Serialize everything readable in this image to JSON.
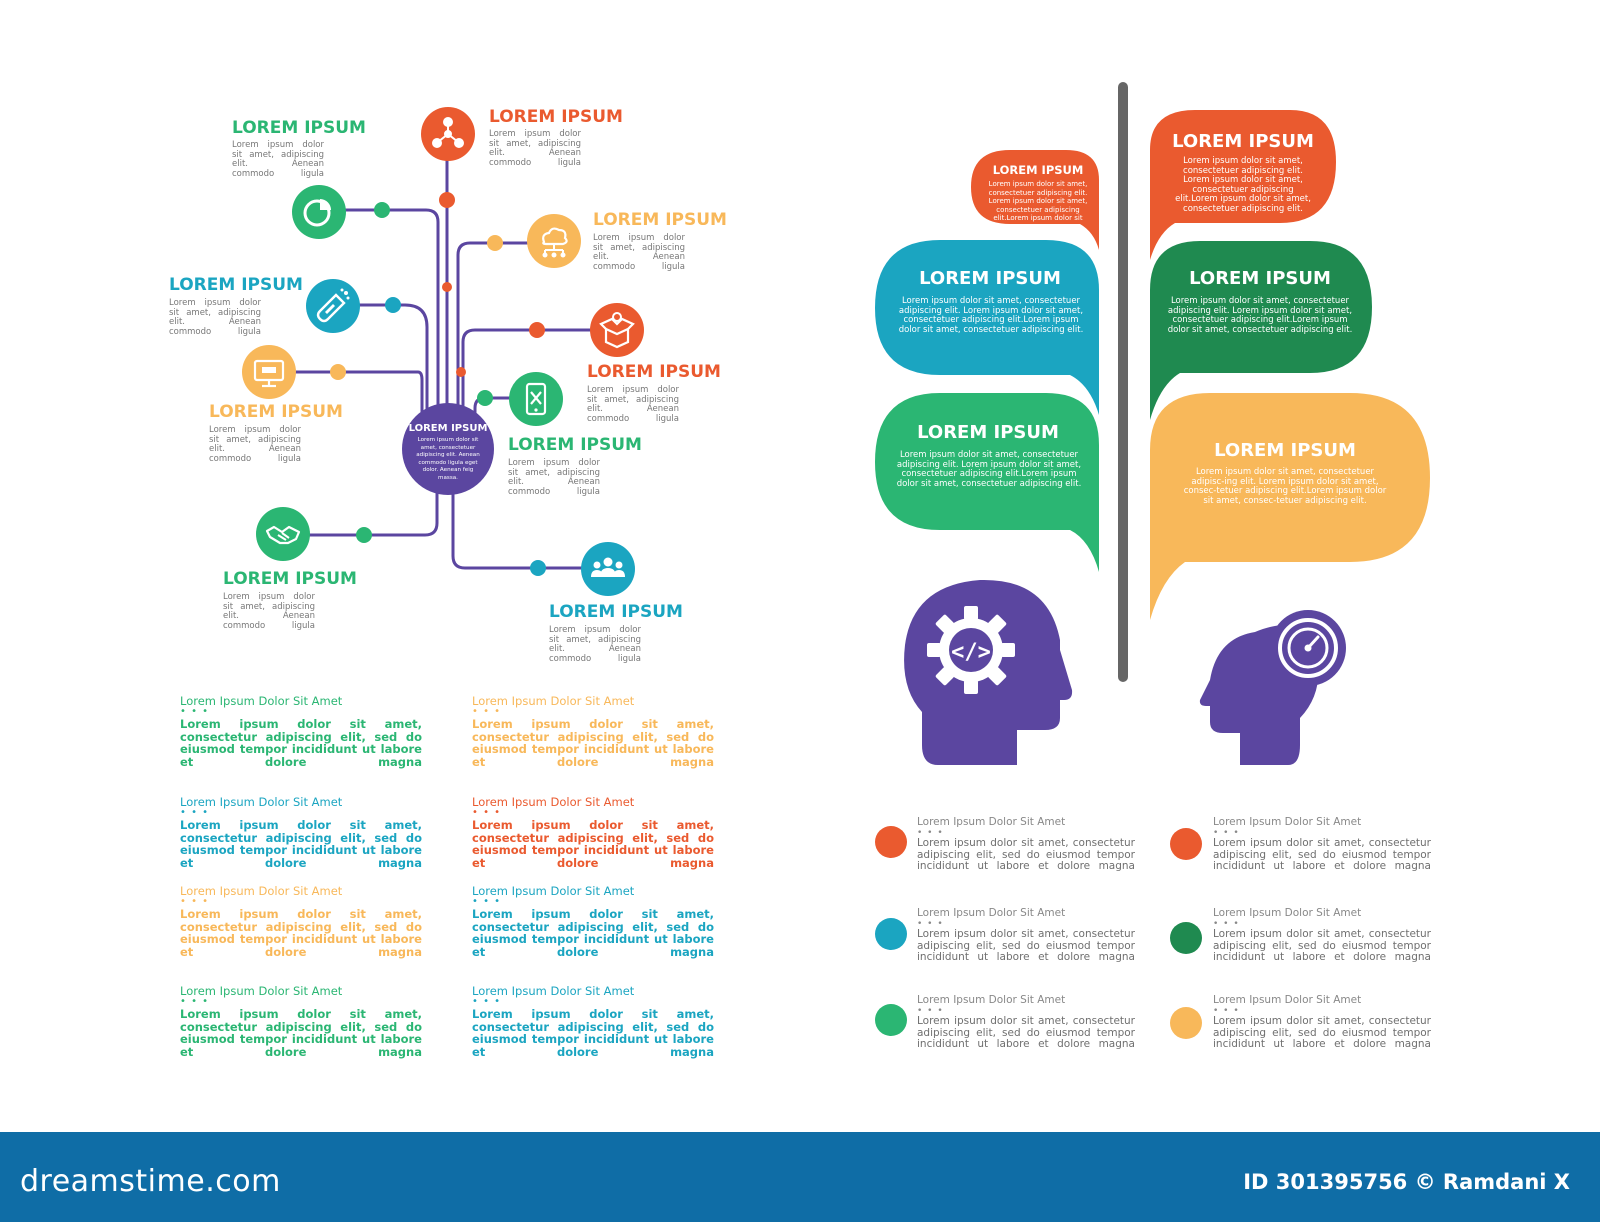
{
  "colors": {
    "orange": "#ea5a2f",
    "green": "#2bb673",
    "teal": "#1ba5c1",
    "yellow": "#f8b85a",
    "darkgreen": "#1f8a50",
    "purple": "#5b46a0",
    "gray": "#666666",
    "footer": "#0f6da6"
  },
  "mindmap": {
    "center": {
      "title": "LOREM IPSUM",
      "text": "Lorem ipsum dolor sit amet, consectetuer adipiscing elit. Aenean commodo ligula eget dolor. Aenean feig massa."
    },
    "nodes": [
      {
        "title": "LOREM IPSUM",
        "text": "Lorem ipsum dolor sit amet, adipiscing elit. Aenean commodo ligula",
        "icon": "network-icon"
      },
      {
        "title": "LOREM IPSUM",
        "text": "Lorem ipsum dolor sit amet, adipiscing elit. Aenean commodo ligula",
        "icon": "pie-chart-icon"
      },
      {
        "title": "LOREM IPSUM",
        "text": "Lorem ipsum dolor sit amet, adipiscing elit. Aenean commodo ligula",
        "icon": "cloud-network-icon"
      },
      {
        "title": "LOREM IPSUM",
        "text": "Lorem ipsum dolor sit amet, adipiscing elit. Aenean commodo ligula",
        "icon": "test-tube-icon"
      },
      {
        "title": "LOREM IPSUM",
        "text": "Lorem ipsum dolor sit amet, adipiscing elit. Aenean commodo ligula",
        "icon": "open-box-icon"
      },
      {
        "title": "LOREM IPSUM",
        "text": "Lorem ipsum dolor sit amet, adipiscing elit. Aenean commodo ligula",
        "icon": "seo-monitor-icon"
      },
      {
        "title": "LOREM IPSUM",
        "text": "Lorem ipsum dolor sit amet, adipiscing elit. Aenean commodo ligula",
        "icon": "mobile-tools-icon"
      },
      {
        "title": "LOREM IPSUM",
        "text": "Lorem ipsum dolor sit amet, adipiscing elit. Aenean commodo ligula",
        "icon": "handshake-icon"
      },
      {
        "title": "LOREM IPSUM",
        "text": "Lorem ipsum dolor sit amet, adipiscing elit. Aenean commodo ligula",
        "icon": "team-icon"
      }
    ]
  },
  "text_blocks": [
    {
      "title": "Lorem Ipsum Dolor Sit Amet",
      "dots": "• • •",
      "text": "Lorem ipsum dolor sit amet, consectetur adipiscing elit, sed do eiusmod tempor incididunt ut labore et dolore magna"
    },
    {
      "title": "Lorem Ipsum Dolor Sit Amet",
      "dots": "• • •",
      "text": "Lorem ipsum dolor sit amet, consectetur adipiscing elit, sed do eiusmod tempor incididunt ut labore et dolore magna"
    },
    {
      "title": "Lorem Ipsum Dolor Sit Amet",
      "dots": "• • •",
      "text": "Lorem ipsum dolor sit amet, consectetur adipiscing elit, sed do eiusmod tempor incididunt ut labore et dolore magna"
    },
    {
      "title": "Lorem Ipsum Dolor Sit Amet",
      "dots": "• • •",
      "text": "Lorem ipsum dolor sit amet, consectetur adipiscing elit, sed do eiusmod tempor incididunt ut labore et dolore magna"
    },
    {
      "title": "Lorem Ipsum Dolor Sit Amet",
      "dots": "• • •",
      "text": "Lorem ipsum dolor sit amet, consectetur adipiscing elit, sed do eiusmod tempor incididunt ut labore et dolore magna"
    },
    {
      "title": "Lorem Ipsum Dolor Sit Amet",
      "dots": "• • •",
      "text": "Lorem ipsum dolor sit amet, consectetur adipiscing elit, sed do eiusmod tempor incididunt ut labore et dolore magna"
    },
    {
      "title": "Lorem Ipsum Dolor Sit Amet",
      "dots": "• • •",
      "text": "Lorem ipsum dolor sit amet, consectetur adipiscing elit, sed do eiusmod tempor incididunt ut labore et dolore magna"
    },
    {
      "title": "Lorem Ipsum Dolor Sit Amet",
      "dots": "• • •",
      "text": "Lorem ipsum dolor sit amet, consectetur adipiscing elit, sed do eiusmod tempor incididunt ut labore et dolore magna"
    }
  ],
  "bubbles": [
    {
      "title": "LOREM IPSUM",
      "text": "Lorem ipsum dolor sit amet, consectetuer adipiscing elit. Lorem ipsum dolor sit amet, consectetuer adipiscing elit.Lorem ipsum dolor sit amet, consectetuer adipiscing"
    },
    {
      "title": "LOREM IPSUM",
      "text": "Lorem ipsum dolor sit amet, consectetuer adipiscing elit. Lorem ipsum dolor sit amet, consectetuer adipiscing elit.Lorem ipsum dolor sit amet, consectetuer adipiscing elit."
    },
    {
      "title": "LOREM IPSUM",
      "text": "Lorem ipsum dolor sit amet, consectetuer adipiscing elit. Lorem ipsum dolor sit amet, consectetuer adipiscing elit.Lorem ipsum dolor sit amet, consectetuer adipiscing elit."
    },
    {
      "title": "LOREM IPSUM",
      "text": "Lorem ipsum dolor sit amet, consectetuer adipiscing elit. Lorem ipsum dolor sit amet, consectetuer adipiscing elit.Lorem ipsum dolor sit amet, consectetuer adipiscing elit."
    },
    {
      "title": "LOREM IPSUM",
      "text": "Lorem ipsum dolor sit amet, consectetuer adipiscing elit. Lorem ipsum dolor sit amet, consectetuer adipiscing elit.Lorem ipsum dolor sit amet, consectetuer adipiscing elit."
    },
    {
      "title": "LOREM IPSUM",
      "text": "Lorem ipsum dolor sit amet, consectetuer adipisc-ing elit. Lorem ipsum dolor sit amet, consec-tetuer adipiscing elit.Lorem ipsum dolor sit amet, consec-tetuer adipiscing elit."
    }
  ],
  "heads": {
    "left_icon": "gear-code-icon",
    "left_code": "</>",
    "right_icon": "speedometer-icon"
  },
  "legend": [
    {
      "title": "Lorem Ipsum Dolor Sit Amet",
      "dots": "• • •",
      "text": "Lorem ipsum dolor sit amet, consectetur adipiscing elit, sed do eiusmod tempor incididunt ut labore et dolore magna"
    },
    {
      "title": "Lorem Ipsum Dolor Sit Amet",
      "dots": "• • •",
      "text": "Lorem ipsum dolor sit amet, consectetur adipiscing elit, sed do eiusmod tempor incididunt ut labore et dolore magna"
    },
    {
      "title": "Lorem Ipsum Dolor Sit Amet",
      "dots": "• • •",
      "text": "Lorem ipsum dolor sit amet, consectetur adipiscing elit, sed do eiusmod tempor incididunt ut labore et dolore magna"
    },
    {
      "title": "Lorem Ipsum Dolor Sit Amet",
      "dots": "• • •",
      "text": "Lorem ipsum dolor sit amet, consectetur adipiscing elit, sed do eiusmod tempor incididunt ut labore et dolore magna"
    },
    {
      "title": "Lorem Ipsum Dolor Sit Amet",
      "dots": "• • •",
      "text": "Lorem ipsum dolor sit amet, consectetur adipiscing elit, sed do eiusmod tempor incididunt ut labore et dolore magna"
    },
    {
      "title": "Lorem Ipsum Dolor Sit Amet",
      "dots": "• • •",
      "text": "Lorem ipsum dolor sit amet, consectetur adipiscing elit, sed do eiusmod tempor incididunt ut labore et dolore magna"
    }
  ],
  "footer": {
    "logo": "dreamstime.com",
    "id_text": "ID 301395756 © Ramdani X"
  }
}
